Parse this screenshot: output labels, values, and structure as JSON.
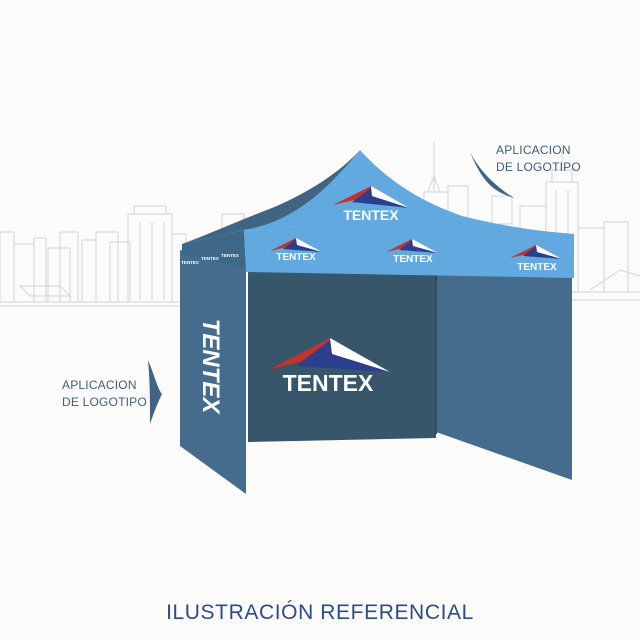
{
  "brand": {
    "name": "TENTEX",
    "colors": {
      "red": "#c8302c",
      "blue": "#2a3f8e",
      "white": "#ffffff"
    }
  },
  "callouts": {
    "top": {
      "line1": "APLICACION",
      "line2": "DE LOGOTIPO"
    },
    "left": {
      "line1": "APLICACION",
      "line2": "DE LOGOTIPO"
    }
  },
  "caption": "ILUSTRACIÓN REFERENCIAL",
  "colors": {
    "canopy": "#62a9e0",
    "wall": "#456c8c",
    "back_wall": "#375669",
    "roof_shadow": "#3f6582",
    "caption": "#2d4a8a",
    "callout_text": "#3e5f78"
  }
}
